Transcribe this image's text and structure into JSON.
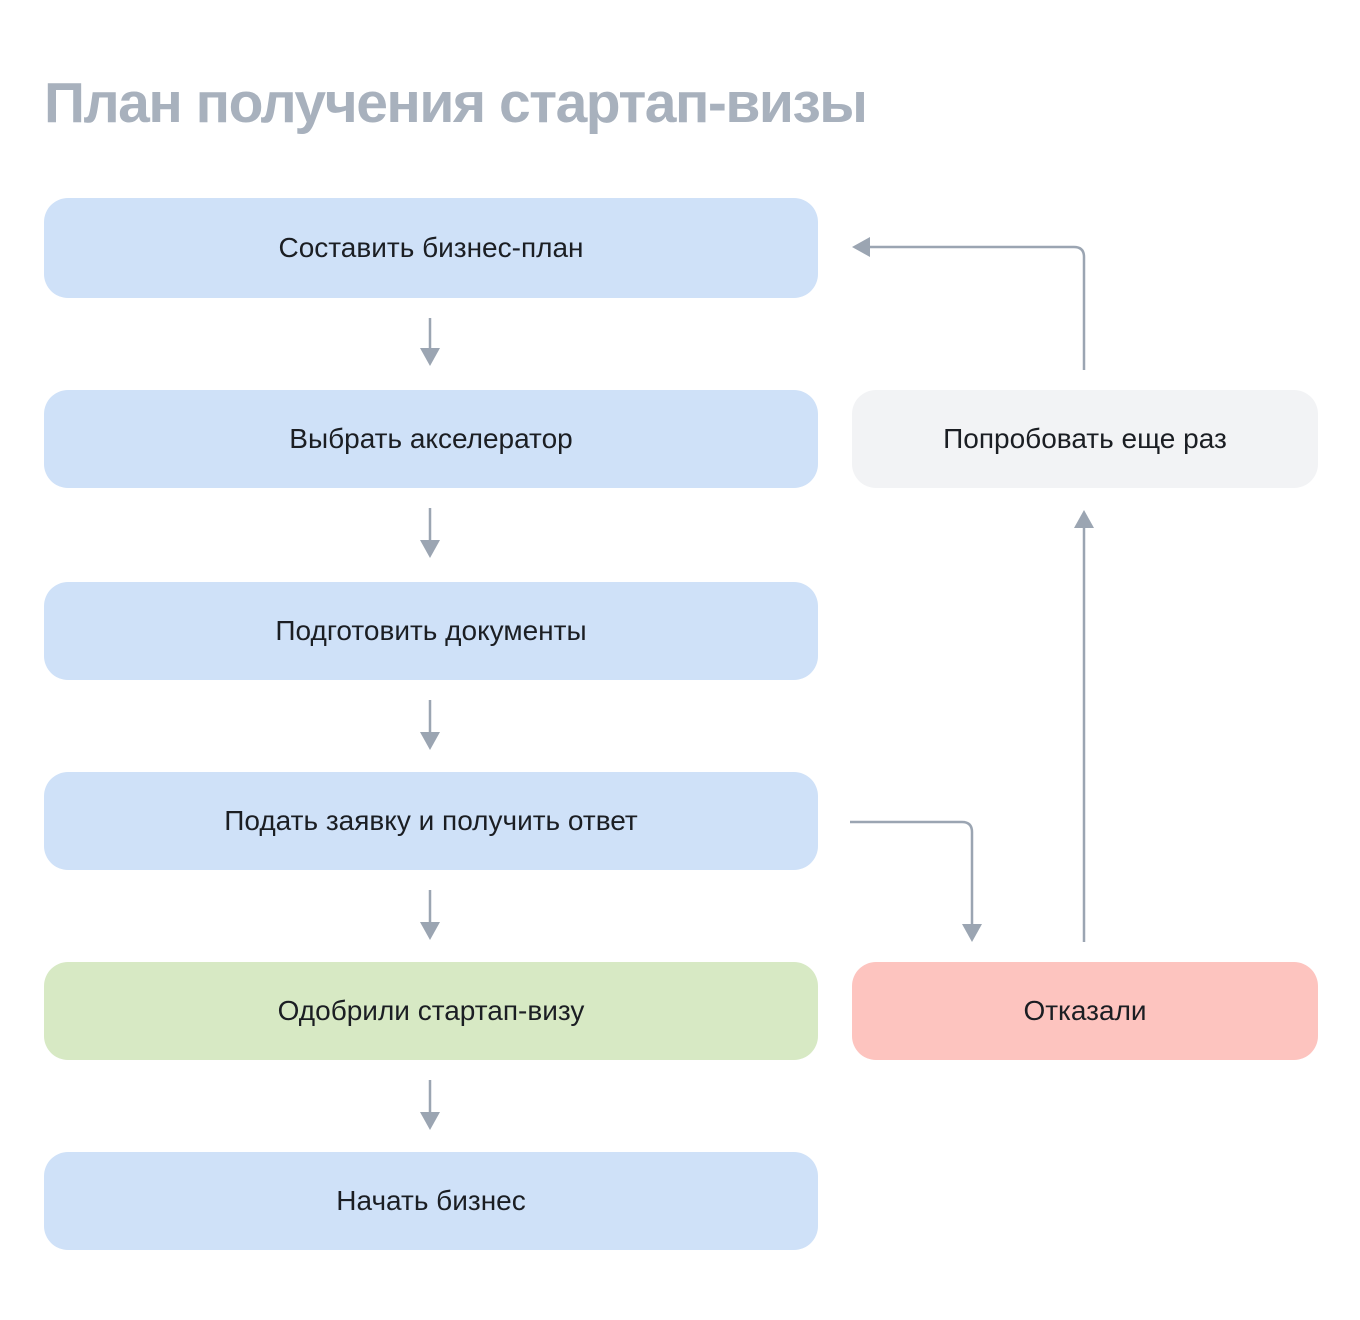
{
  "title": "План получения стартап-визы",
  "colors": {
    "background": "#ffffff",
    "title_text": "#a8b1bd",
    "node_text": "#1b1e23",
    "node_blue": "#cfe1f8",
    "node_green": "#d7e9c4",
    "node_red": "#fdc4bf",
    "node_gray": "#f2f3f5",
    "connector": "#9ba5b2"
  },
  "flow": {
    "steps": [
      {
        "id": "create-business-plan",
        "label": "Составить бизнес-план",
        "variant": "blue"
      },
      {
        "id": "choose-accelerator",
        "label": "Выбрать акселератор",
        "variant": "blue"
      },
      {
        "id": "prepare-documents",
        "label": "Подготовить документы",
        "variant": "blue"
      },
      {
        "id": "submit-application",
        "label": "Подать заявку и получить ответ",
        "variant": "blue"
      },
      {
        "id": "visa-approved",
        "label": "Одобрили стартап-визу",
        "variant": "green"
      },
      {
        "id": "start-business",
        "label": "Начать бизнес",
        "variant": "blue"
      }
    ],
    "side": [
      {
        "id": "try-again",
        "label": "Попробовать еще раз",
        "variant": "gray"
      },
      {
        "id": "rejected",
        "label": "Отказали",
        "variant": "red"
      }
    ],
    "connections": [
      {
        "from": "create-business-plan",
        "to": "choose-accelerator"
      },
      {
        "from": "choose-accelerator",
        "to": "prepare-documents"
      },
      {
        "from": "prepare-documents",
        "to": "submit-application"
      },
      {
        "from": "submit-application",
        "to": "visa-approved"
      },
      {
        "from": "submit-application",
        "to": "rejected"
      },
      {
        "from": "rejected",
        "to": "try-again"
      },
      {
        "from": "try-again",
        "to": "create-business-plan"
      },
      {
        "from": "visa-approved",
        "to": "start-business"
      }
    ]
  }
}
